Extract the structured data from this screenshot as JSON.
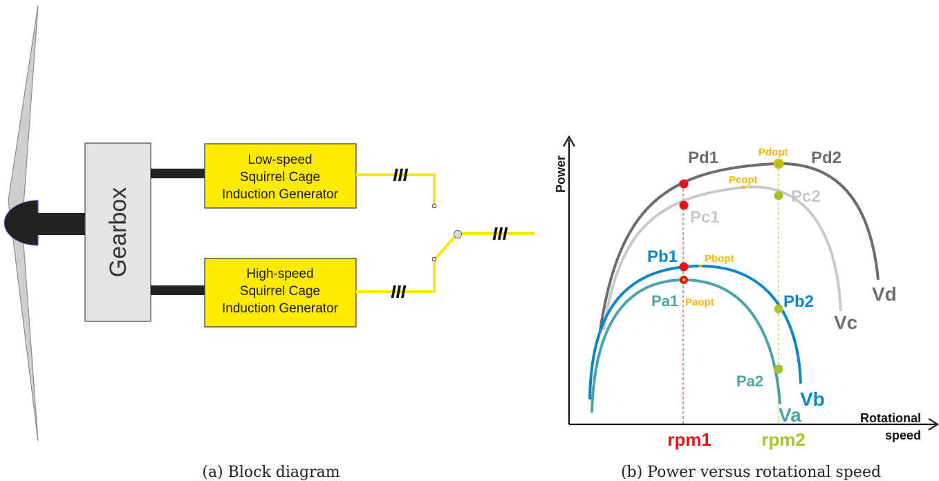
{
  "block_diagram": {
    "gearbox_label": "Gearbox",
    "low_speed_generator": {
      "line1": "Low-speed",
      "line2": "Squirrel Cage",
      "line3": "Induction Generator"
    },
    "high_speed_generator": {
      "line1": "High-speed",
      "line2": "Squirrel Cage",
      "line3": "Induction Generator"
    },
    "phase_marker": "III",
    "caption": "(a) Block diagram",
    "colors": {
      "generator_fill": "#ffeb00",
      "cable": "#ffe600",
      "gearbox_fill": "#e3e3e3",
      "shaft": "#222222",
      "blade": "#cfcfcf"
    }
  },
  "power_chart": {
    "y_axis_label": "Power",
    "x_axis_label_line1": "Rotational",
    "x_axis_label_line2": "speed",
    "rpm1_label": "rpm1",
    "rpm2_label": "rpm2",
    "caption": "(b) Power versus rotational speed",
    "curves": {
      "vd": "Vd",
      "vc": "Vc",
      "vb": "Vb",
      "va": "Va"
    },
    "points": {
      "pd1": "Pd1",
      "pd2": "Pd2",
      "pdopt": "Pdopt",
      "pc1": "Pc1",
      "pc2": "Pc2",
      "pcopt": "Pcopt",
      "pb1": "Pb1",
      "pb2": "Pb2",
      "pbopt": "Pbopt",
      "pa1": "Pa1",
      "pa2": "Pa2",
      "paopt": "Paopt"
    },
    "colors": {
      "vd": "#6d6d6d",
      "vc": "#c8c8c8",
      "vb": "#0a86c8",
      "va": "#4aa3ab",
      "rpm1": "#e1141b",
      "rpm2": "#a6c42a",
      "opt": "#f7b500"
    }
  }
}
